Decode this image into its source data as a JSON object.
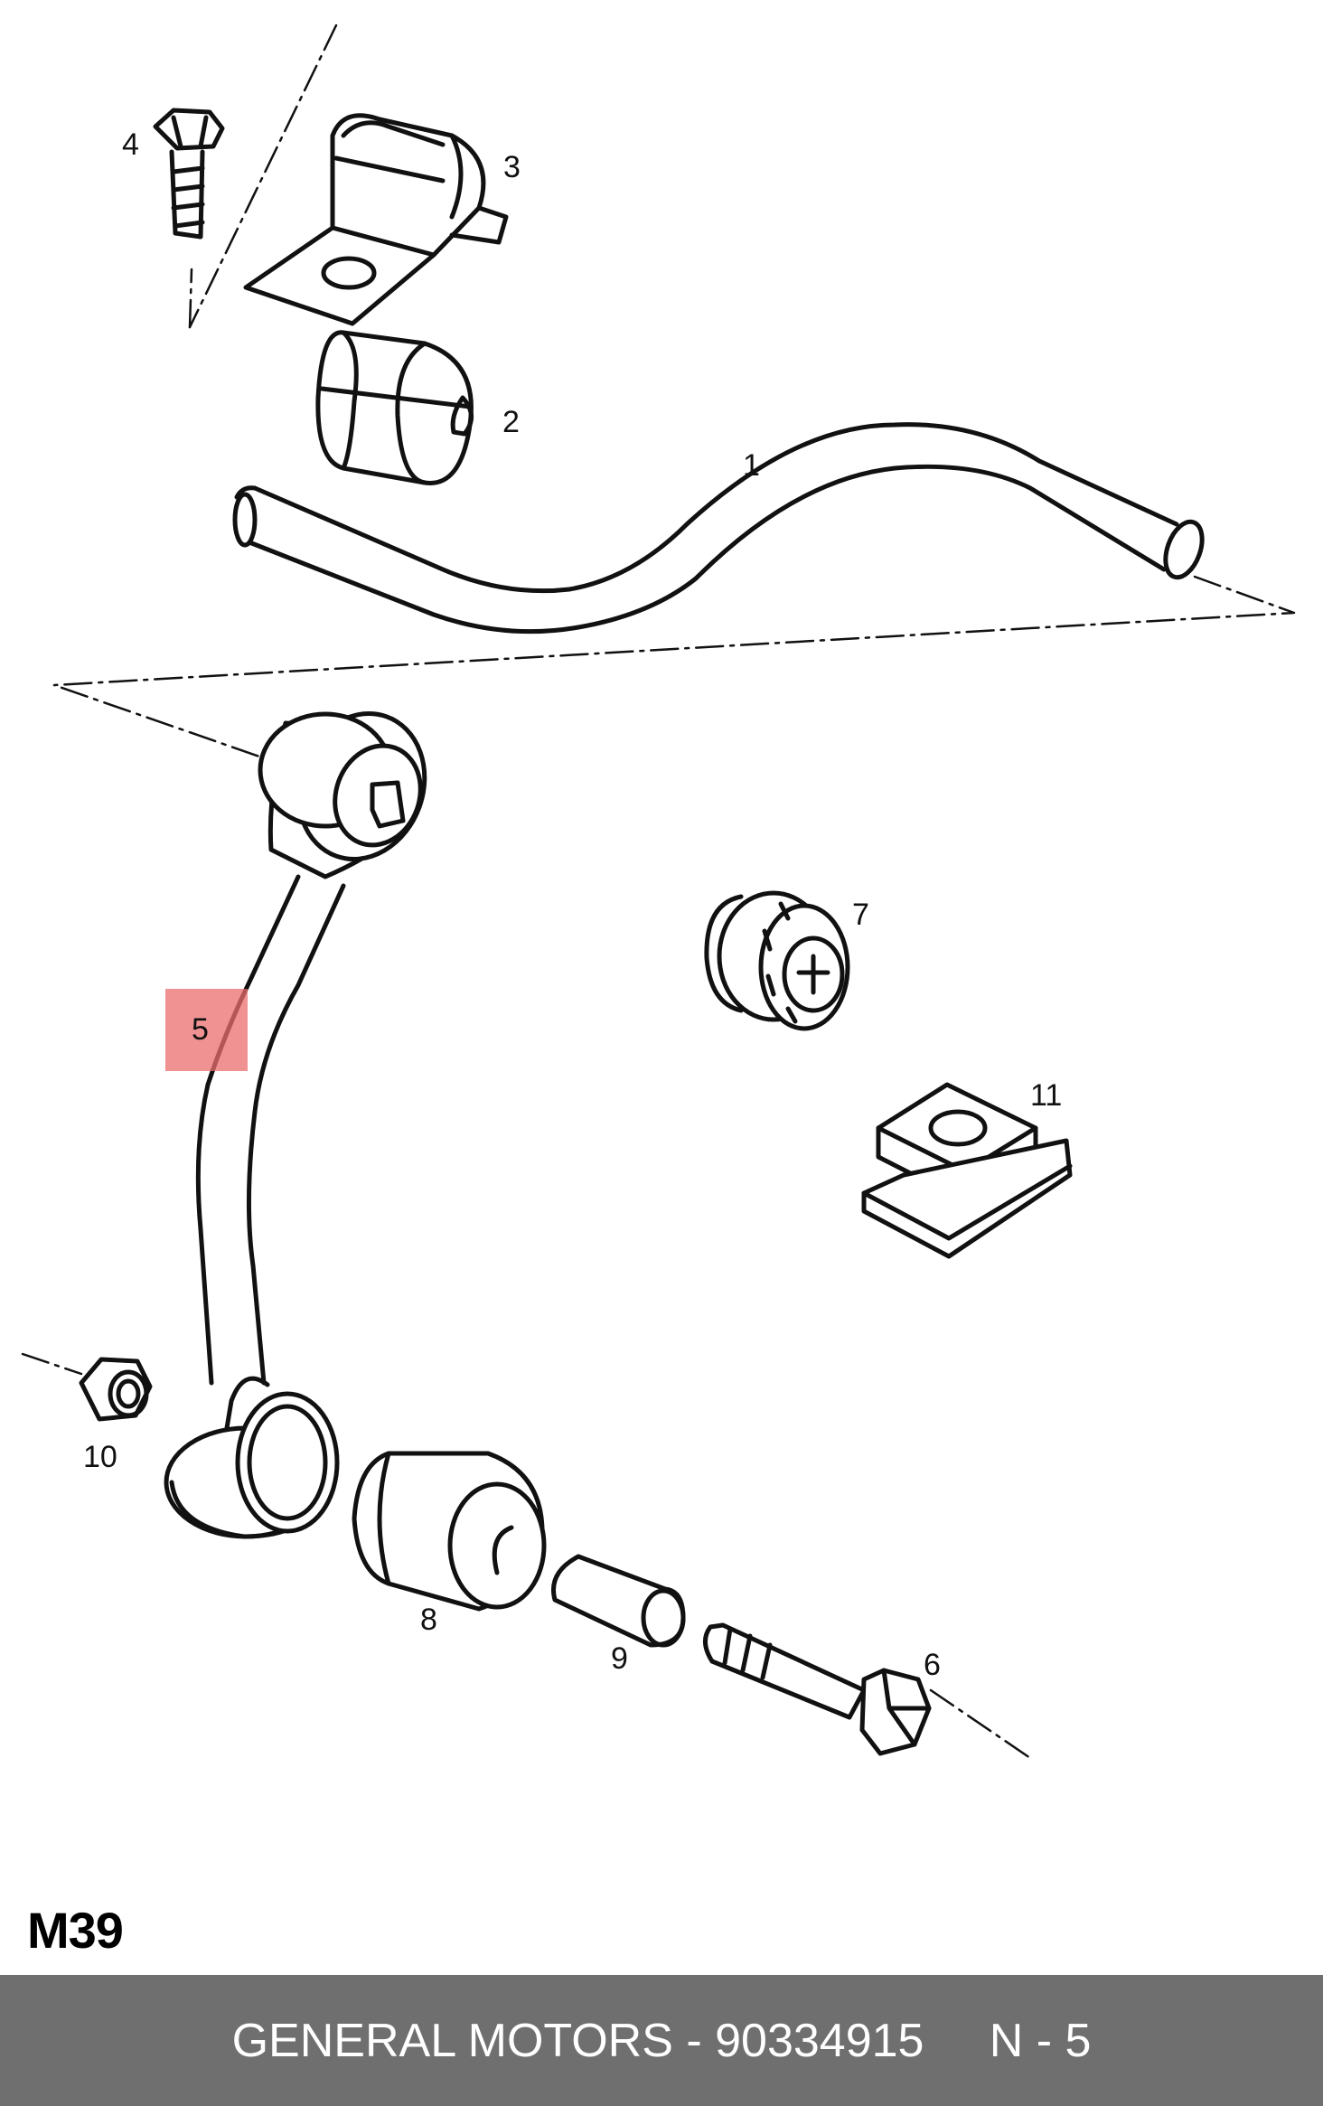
{
  "callouts": {
    "c1": "1",
    "c2": "2",
    "c3": "3",
    "c4": "4",
    "c5": "5",
    "c6": "6",
    "c7": "7",
    "c8": "8",
    "c9": "9",
    "c10": "10",
    "c11": "11"
  },
  "diagram_code": "M39",
  "highlight_color": "#eb6e6e",
  "footer": {
    "text": "GENERAL MOTORS - 90334915     N - 5",
    "background": "#6f6f6f"
  }
}
